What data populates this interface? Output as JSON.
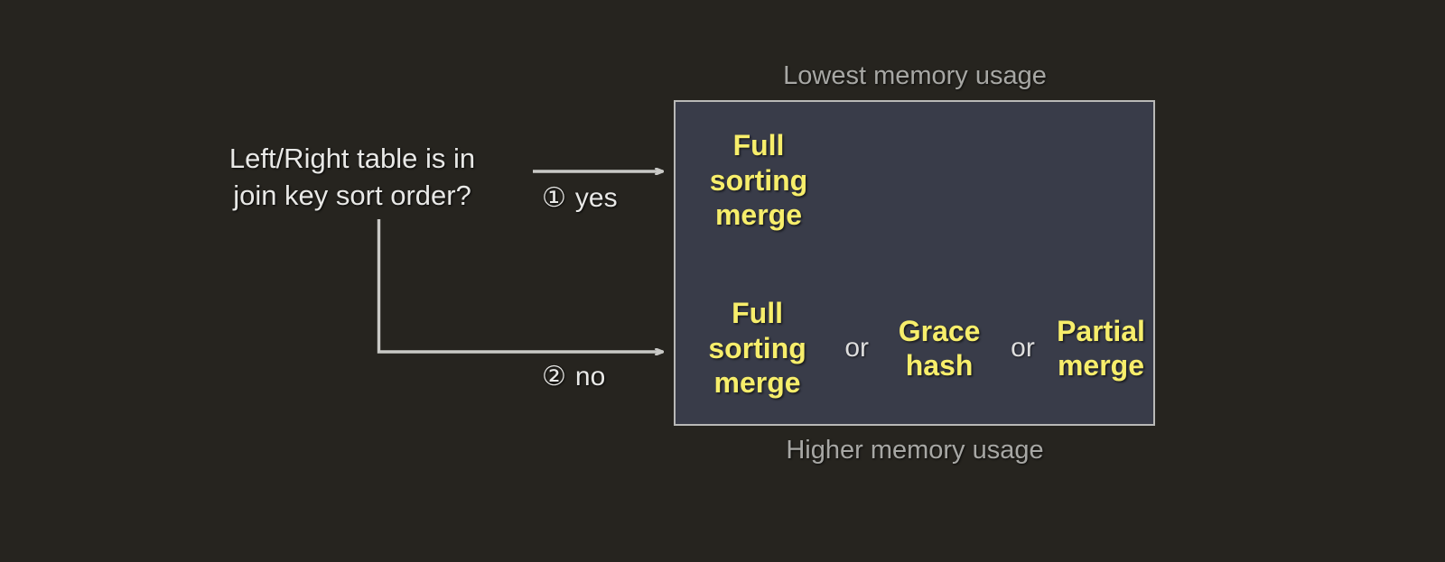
{
  "diagram": {
    "question": "Left/Right table is in\njoin key sort order?",
    "branches": [
      {
        "marker": "①",
        "label": "yes"
      },
      {
        "marker": "②",
        "label": "no"
      }
    ],
    "captions": {
      "top": "Lowest memory usage",
      "bottom": "Higher memory usage"
    },
    "panel": {
      "rows": [
        {
          "options": [
            "Full\nsorting\nmerge"
          ],
          "separators": []
        },
        {
          "options": [
            "Full\nsorting\nmerge",
            "Grace\nhash",
            "Partial\nmerge"
          ],
          "separators": [
            "or",
            "or"
          ]
        }
      ]
    },
    "colors": {
      "background": "#26241f",
      "panel_fill": "#393c49",
      "panel_border": "#b9b9b7",
      "option_text": "#f7ee6b",
      "body_text": "#e8e8e6",
      "caption_text": "#a7a7a4",
      "connector": "#c9c9c6"
    }
  }
}
